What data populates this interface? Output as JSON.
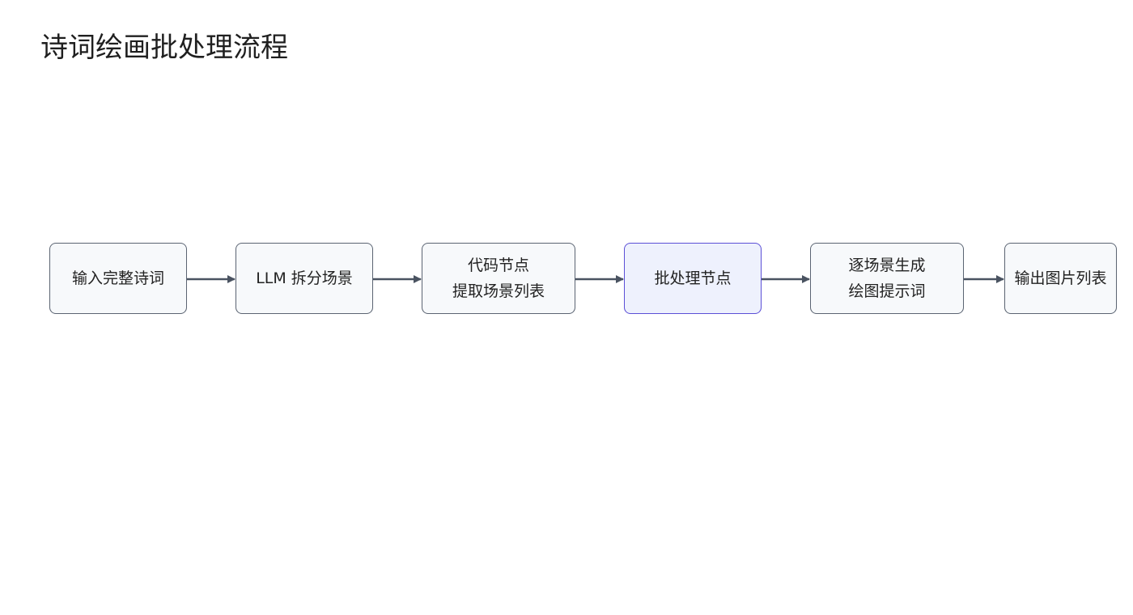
{
  "title": "诗词绘画批处理流程",
  "nodes": [
    {
      "id": "input",
      "lines": [
        "输入完整诗词"
      ]
    },
    {
      "id": "llm-split",
      "lines": [
        "LLM 拆分场景"
      ]
    },
    {
      "id": "code-extract",
      "lines": [
        "代码节点",
        "提取场景列表"
      ]
    },
    {
      "id": "batch",
      "lines": [
        "批处理节点"
      ],
      "highlight": true
    },
    {
      "id": "prompt-gen",
      "lines": [
        "逐场景生成",
        "绘图提示词"
      ]
    },
    {
      "id": "output",
      "lines": [
        "输出图片列表"
      ]
    }
  ],
  "colors": {
    "node_border": "#5b6472",
    "node_fill": "#f7f9fb",
    "highlight_border": "#5b4fd6",
    "highlight_fill": "#eef1fd",
    "arrow": "#4a5361"
  }
}
